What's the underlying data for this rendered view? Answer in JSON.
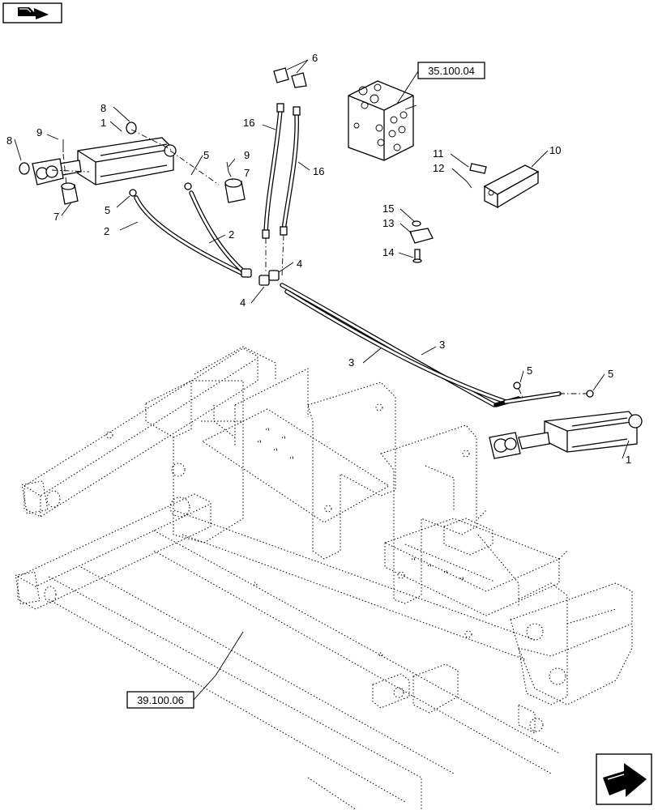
{
  "callouts": {
    "c6": "6",
    "c8a": "8",
    "c1a": "1",
    "c16a": "16",
    "c16b": "16",
    "c9a": "9",
    "c8b": "8",
    "c5a": "5",
    "c9b": "9",
    "c7a": "7",
    "c5b": "5",
    "c2a": "2",
    "c7b": "7",
    "c2b": "2",
    "c4a": "4",
    "c4b": "4",
    "c3a": "3",
    "c3b": "3",
    "c5c": "5",
    "c5d": "5",
    "c1b": "1",
    "c11": "11",
    "c12": "12",
    "c10": "10",
    "c15": "15",
    "c13": "13",
    "c14": "14"
  },
  "references": {
    "valve_ref": "35.100.04",
    "frame_ref": "39.100.06"
  },
  "icons": {
    "top_left": "previous-page-arrow-icon",
    "bottom_right": "next-page-arrow-icon"
  }
}
